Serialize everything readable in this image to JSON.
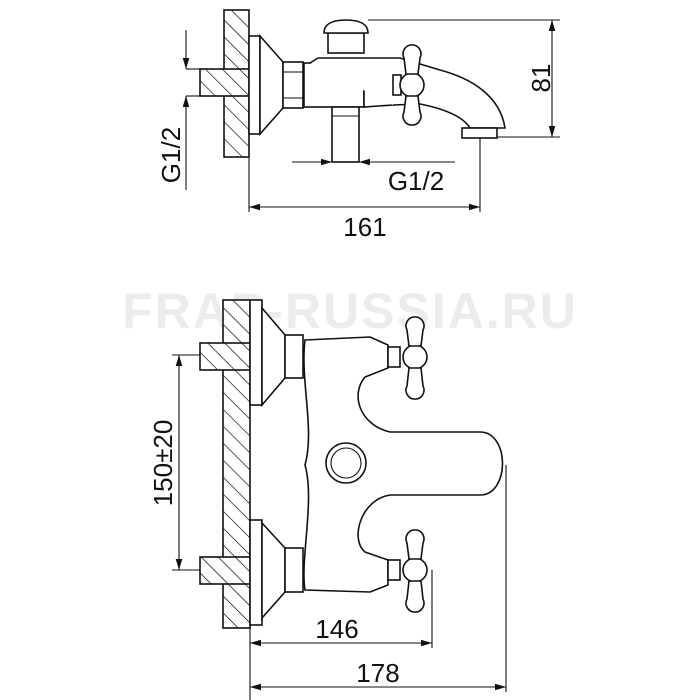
{
  "watermark": "FRAP-RUSSIA.RU",
  "side_view": {
    "dim_height": "81",
    "dim_length": "161",
    "dim_outlet_thread": "G1/2",
    "dim_inlet_thread": "G1/2"
  },
  "top_view": {
    "dim_centers": "150±20",
    "dim_handle_reach": "146",
    "dim_total_length": "178"
  }
}
